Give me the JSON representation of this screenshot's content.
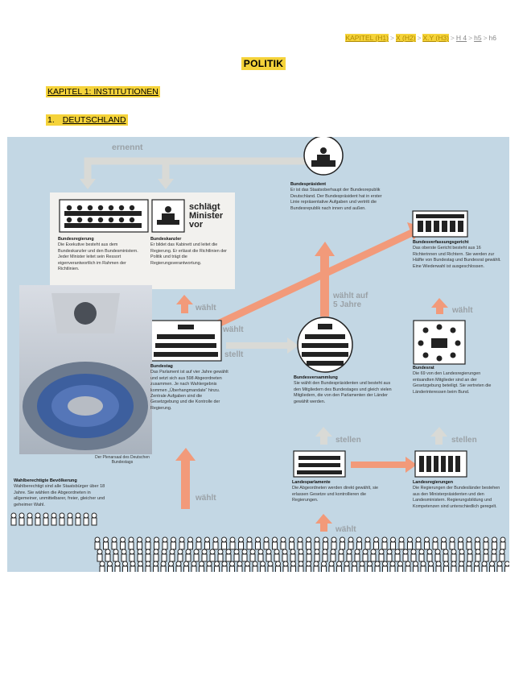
{
  "breadcrumb": {
    "items": [
      "KAPITEL (H1)",
      "X (H2)",
      "X.Y (H3)",
      "H 4",
      "h5",
      "h6"
    ],
    "separator": ">"
  },
  "page_title": "POLITIK",
  "heading_chapter": "KAPITEL 1: INSTITUTIONEN",
  "heading_section_num": "1.",
  "heading_section_label": "DEUTSCHLAND",
  "diagram": {
    "arrow_labels": {
      "ernennt": "ernennt",
      "schlaegt_1": "schlägt",
      "schlaegt_2": "Minister",
      "schlaegt_3": "vor",
      "waehlt_bt": "wählt",
      "waehlt_mid": "wählt",
      "stellt": "stellt",
      "waehlt_5_1": "wählt auf",
      "waehlt_5_2": "5 Jahre",
      "waehlt_br": "wählt",
      "stellen_1": "stellen",
      "stellen_2": "stellen",
      "waehlt_volk": "wählt",
      "waehlt_lp": "wählt"
    },
    "bundespraesident": {
      "title": "Bundespräsident",
      "text": "Er ist das Staatsoberhaupt der Bundesrepublik Deutschland. Der Bundespräsident hat in erster Linie repräsentative Aufgaben und vertritt die Bundesrepublik nach innen und außen."
    },
    "bundesregierung": {
      "title": "Bundesregierung",
      "text": "Die Exekutive besteht aus dem Bundeskanzler und den Bundesministern. Jeder Minister leitet sein Ressort eigenverantwortlich im Rahmen der Richtlinien."
    },
    "bundeskanzler": {
      "title": "Bundeskanzler",
      "text": "Er bildet das Kabinett und leitet die Regierung. Er erlässt die Richtlinien der Politik und trägt die Regierungsverantwortung."
    },
    "bundesverfassungsgericht": {
      "title": "Bundesverfassungsgericht",
      "text": "Das oberste Gericht besteht aus 16 Richterinnen und Richtern. Sie werden zur Hälfte von Bundestag und Bundesrat gewählt. Eine Wiederwahl ist ausgeschlossen."
    },
    "bundestag": {
      "title": "Bundestag",
      "text": "Das Parlament ist auf vier Jahre gewählt und setzt sich aus 598 Abgeordneten zusammen. Je nach Wahlergebnis kommen „Überhangmandate“ hinzu. Zentrale Aufgaben sind die Gesetzgebung und die Kontrolle der Regierung."
    },
    "bundesversammlung": {
      "title": "Bundesversammlung",
      "text": "Sie wählt den Bundespräsidenten und besteht aus den Mitgliedern des Bundestages und gleich vielen Mitgliedern, die von den Parlamenten der Länder gewählt werden."
    },
    "bundesrat": {
      "title": "Bundesrat",
      "text": "Die 69 von den Landesregierungen entsandten Mitglieder sind an der Gesetzgebung beteiligt. Sie vertreten die Länderinteressen beim Bund."
    },
    "landesparlamente": {
      "title": "Landesparlamente",
      "text": "Die Abgeordneten werden direkt gewählt, sie erlassen Gesetze und kontrollieren die Regierungen."
    },
    "landesregierungen": {
      "title": "Landesregierungen",
      "text": "Die Regierungen der Bundesländer bestehen aus den Ministerpräsidenten und den Landesministern. Regierungsbildung und Kompetenzen sind unterschiedlich geregelt."
    },
    "bevoelkerung": {
      "title": "Wahlberechtigte Bevölkerung",
      "text": "Wahlberechtigt sind alle Staatsbürger über 18 Jahre. Sie wählen die Abgeordneten in allgemeiner, unmittelbarer, freier, gleicher und geheimer Wahl."
    },
    "photo_caption": "Der Plenarsaal des Deutschen Bundestags"
  },
  "colors": {
    "accent": "#f5d33a",
    "diagram_bg": "#c3d7e4",
    "arrow_orange": "#f29a7a",
    "arrow_grey": "#d9dad6"
  }
}
